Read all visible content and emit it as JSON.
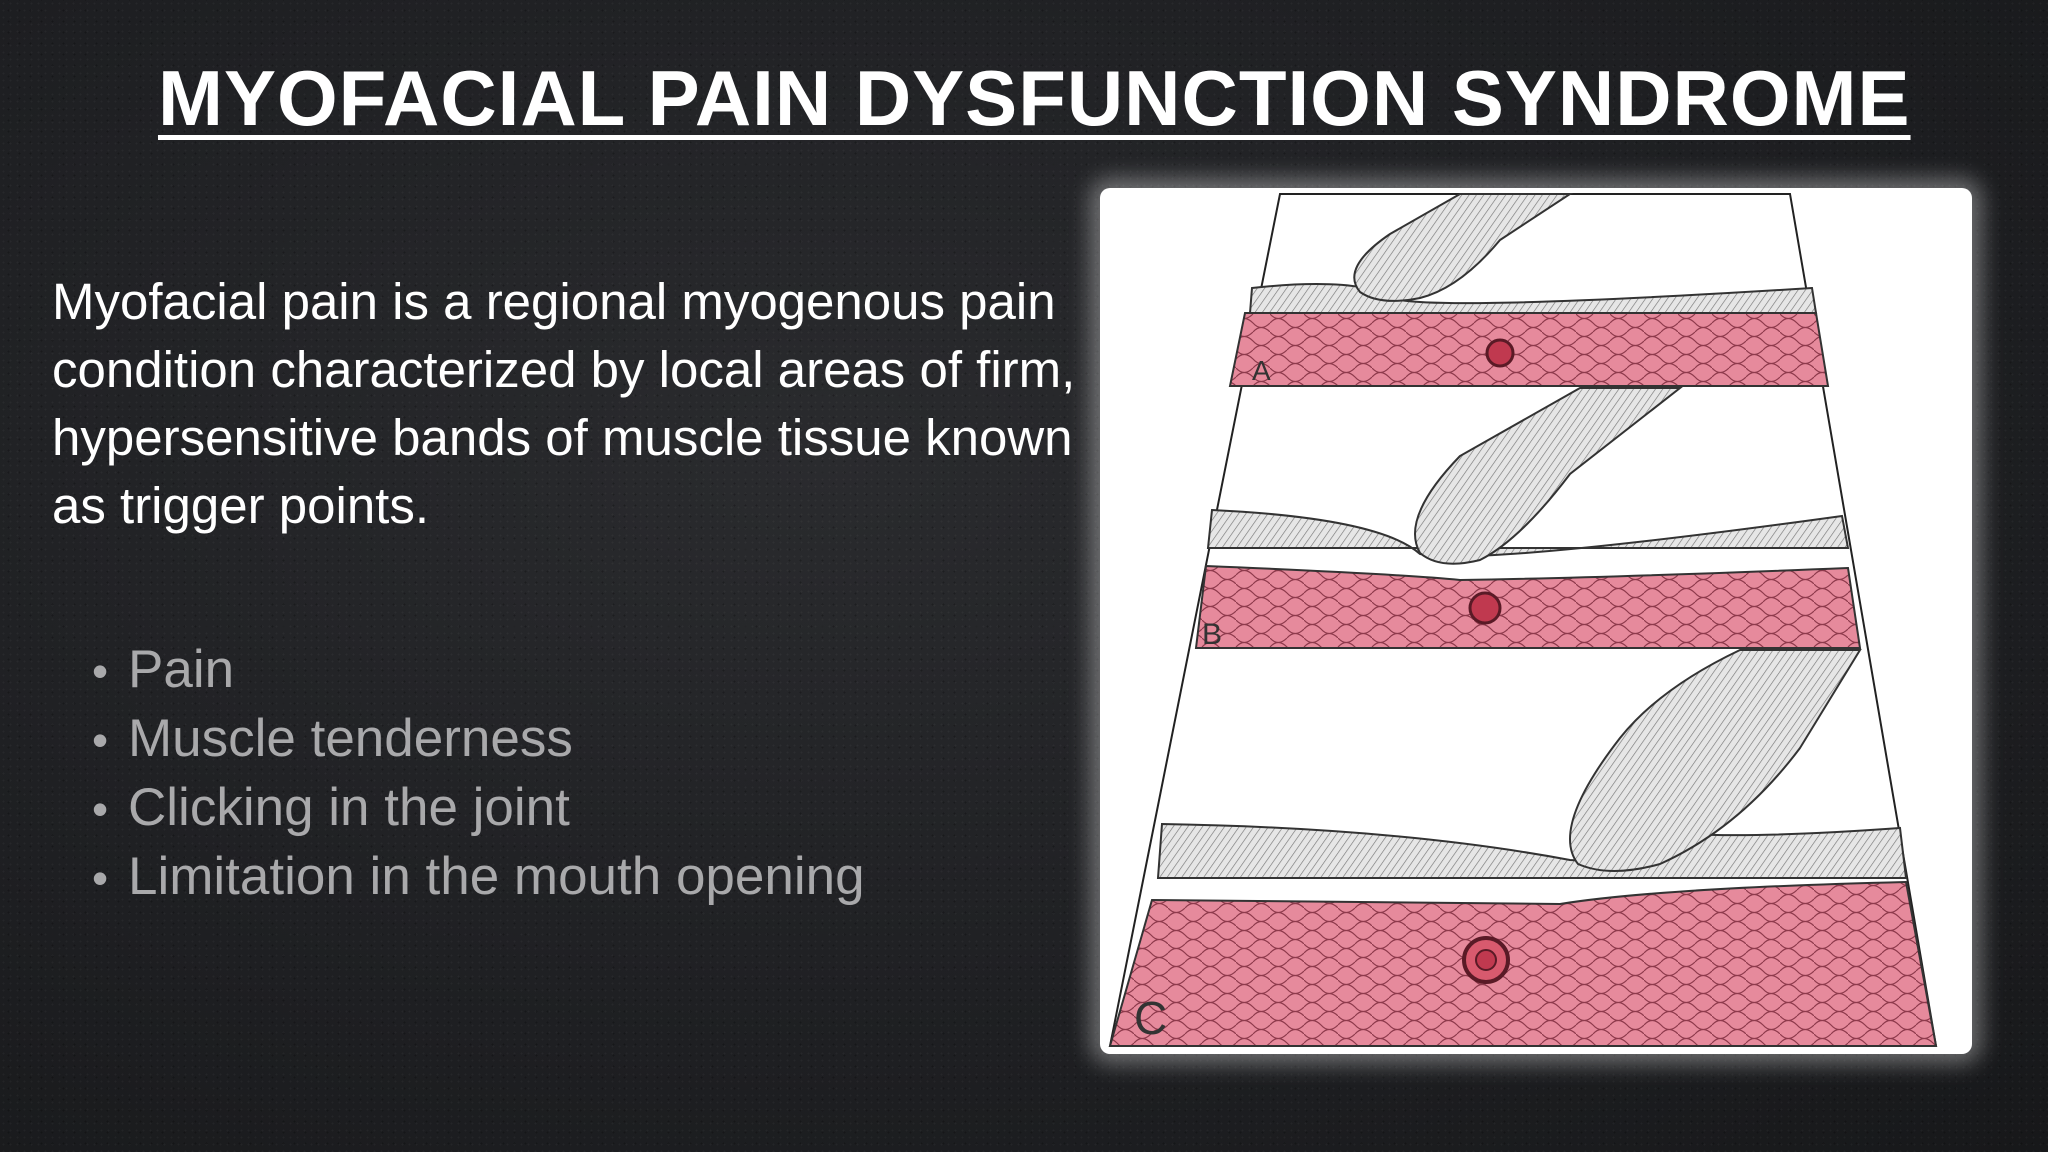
{
  "slide": {
    "title": "MYOFACIAL PAIN DYSFUNCTION SYNDROME",
    "intro": "Myofacial pain is a regional myogenous pain condition characterized by local areas of firm, hypersensitive bands of muscle tissue known as trigger points.",
    "bullets": [
      "Pain",
      "Muscle tenderness",
      "Clicking in the joint",
      "Limitation in the mouth opening"
    ]
  },
  "figure": {
    "panel_labels": [
      "A",
      "B",
      "C"
    ],
    "colors": {
      "muscle": "#e68a9c",
      "trigger_point": "#c0394f",
      "skin": "#d9d9d9",
      "finger": "#bdbdbd",
      "background": "#ffffff"
    },
    "icons": [
      "finger-pressing-illustration",
      "trigger-point-marker"
    ]
  }
}
